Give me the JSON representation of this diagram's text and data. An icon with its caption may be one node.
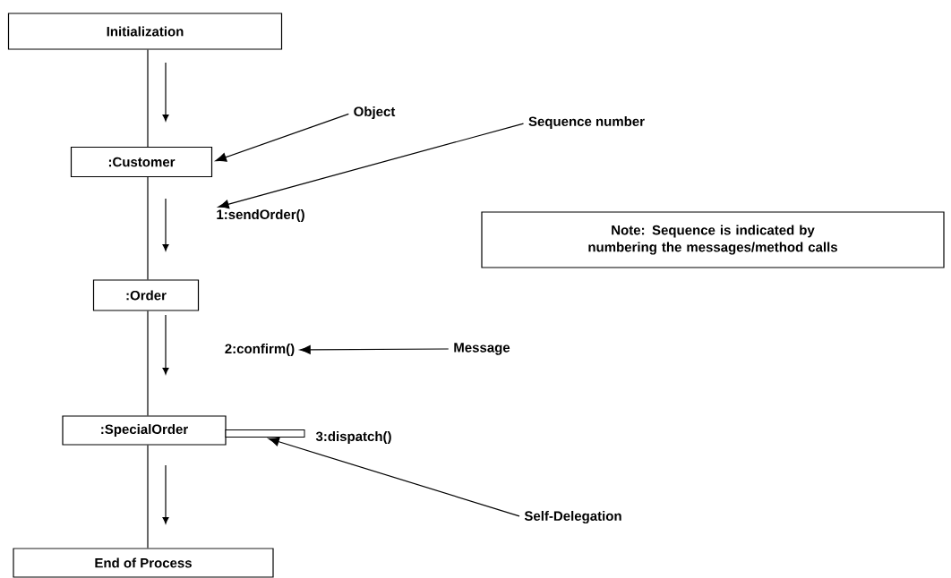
{
  "diagram": {
    "nodes": [
      {
        "text": [
          "Initialization"
        ]
      },
      {
        "text": [
          ":Customer"
        ]
      },
      {
        "text": [
          ":Order"
        ]
      },
      {
        "text": [
          ":SpecialOrder"
        ]
      },
      {
        "text": [
          "End of Process"
        ]
      },
      {
        "text": [
          "Object"
        ]
      },
      {
        "text": [
          "Sequence number"
        ]
      },
      {
        "text": [
          "1:sendOrder()"
        ]
      },
      {
        "text": [
          "Note: Sequence is indicated by numbering the messages/method calls"
        ]
      },
      {
        "text": [
          "2:confirm()"
        ]
      },
      {
        "text": [
          "Message"
        ]
      },
      {
        "text": [
          "3:dispatch()"
        ]
      },
      {
        "text": [
          "Self-Delegation"
        ]
      },
      {
        "text": [],
        "shape": "bar"
      }
    ],
    "edges": [
      {
        "from": 0,
        "to": 1,
        "arrow": "none"
      },
      {
        "from": 1,
        "to": 2,
        "arrow": "none"
      },
      {
        "from": 2,
        "to": 3,
        "arrow": "none"
      },
      {
        "from": 3,
        "to": 4,
        "arrow": "none"
      },
      {
        "from": 5,
        "to": 1,
        "arrow": "to"
      },
      {
        "from": 6,
        "to": 7,
        "arrow": "to"
      },
      {
        "from": 10,
        "to": 9,
        "arrow": "to"
      },
      {
        "from": 12,
        "to": 13,
        "arrow": "to"
      }
    ]
  }
}
